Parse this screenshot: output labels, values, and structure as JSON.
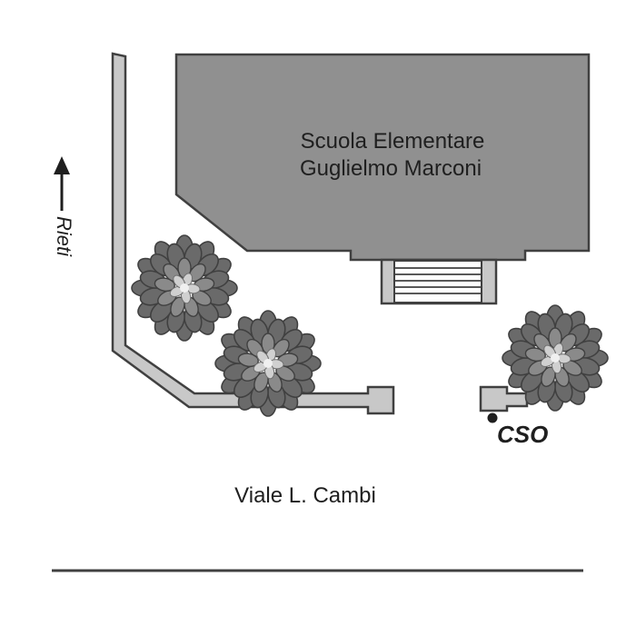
{
  "building": {
    "name_line1": "Scuola Elementare",
    "name_line2": "Guglielmo Marconi",
    "fill": "#909090"
  },
  "street": {
    "name": "Viale L. Cambi"
  },
  "direction": {
    "label": "Rieti",
    "icon": "arrow-up-icon"
  },
  "marker": {
    "label": "CSO",
    "icon": "point-marker-icon"
  },
  "colors": {
    "outline": "#404040",
    "wall_fill": "#c8c8c8",
    "tree_dark": "#606060",
    "tree_light": "#9a9a9a"
  }
}
